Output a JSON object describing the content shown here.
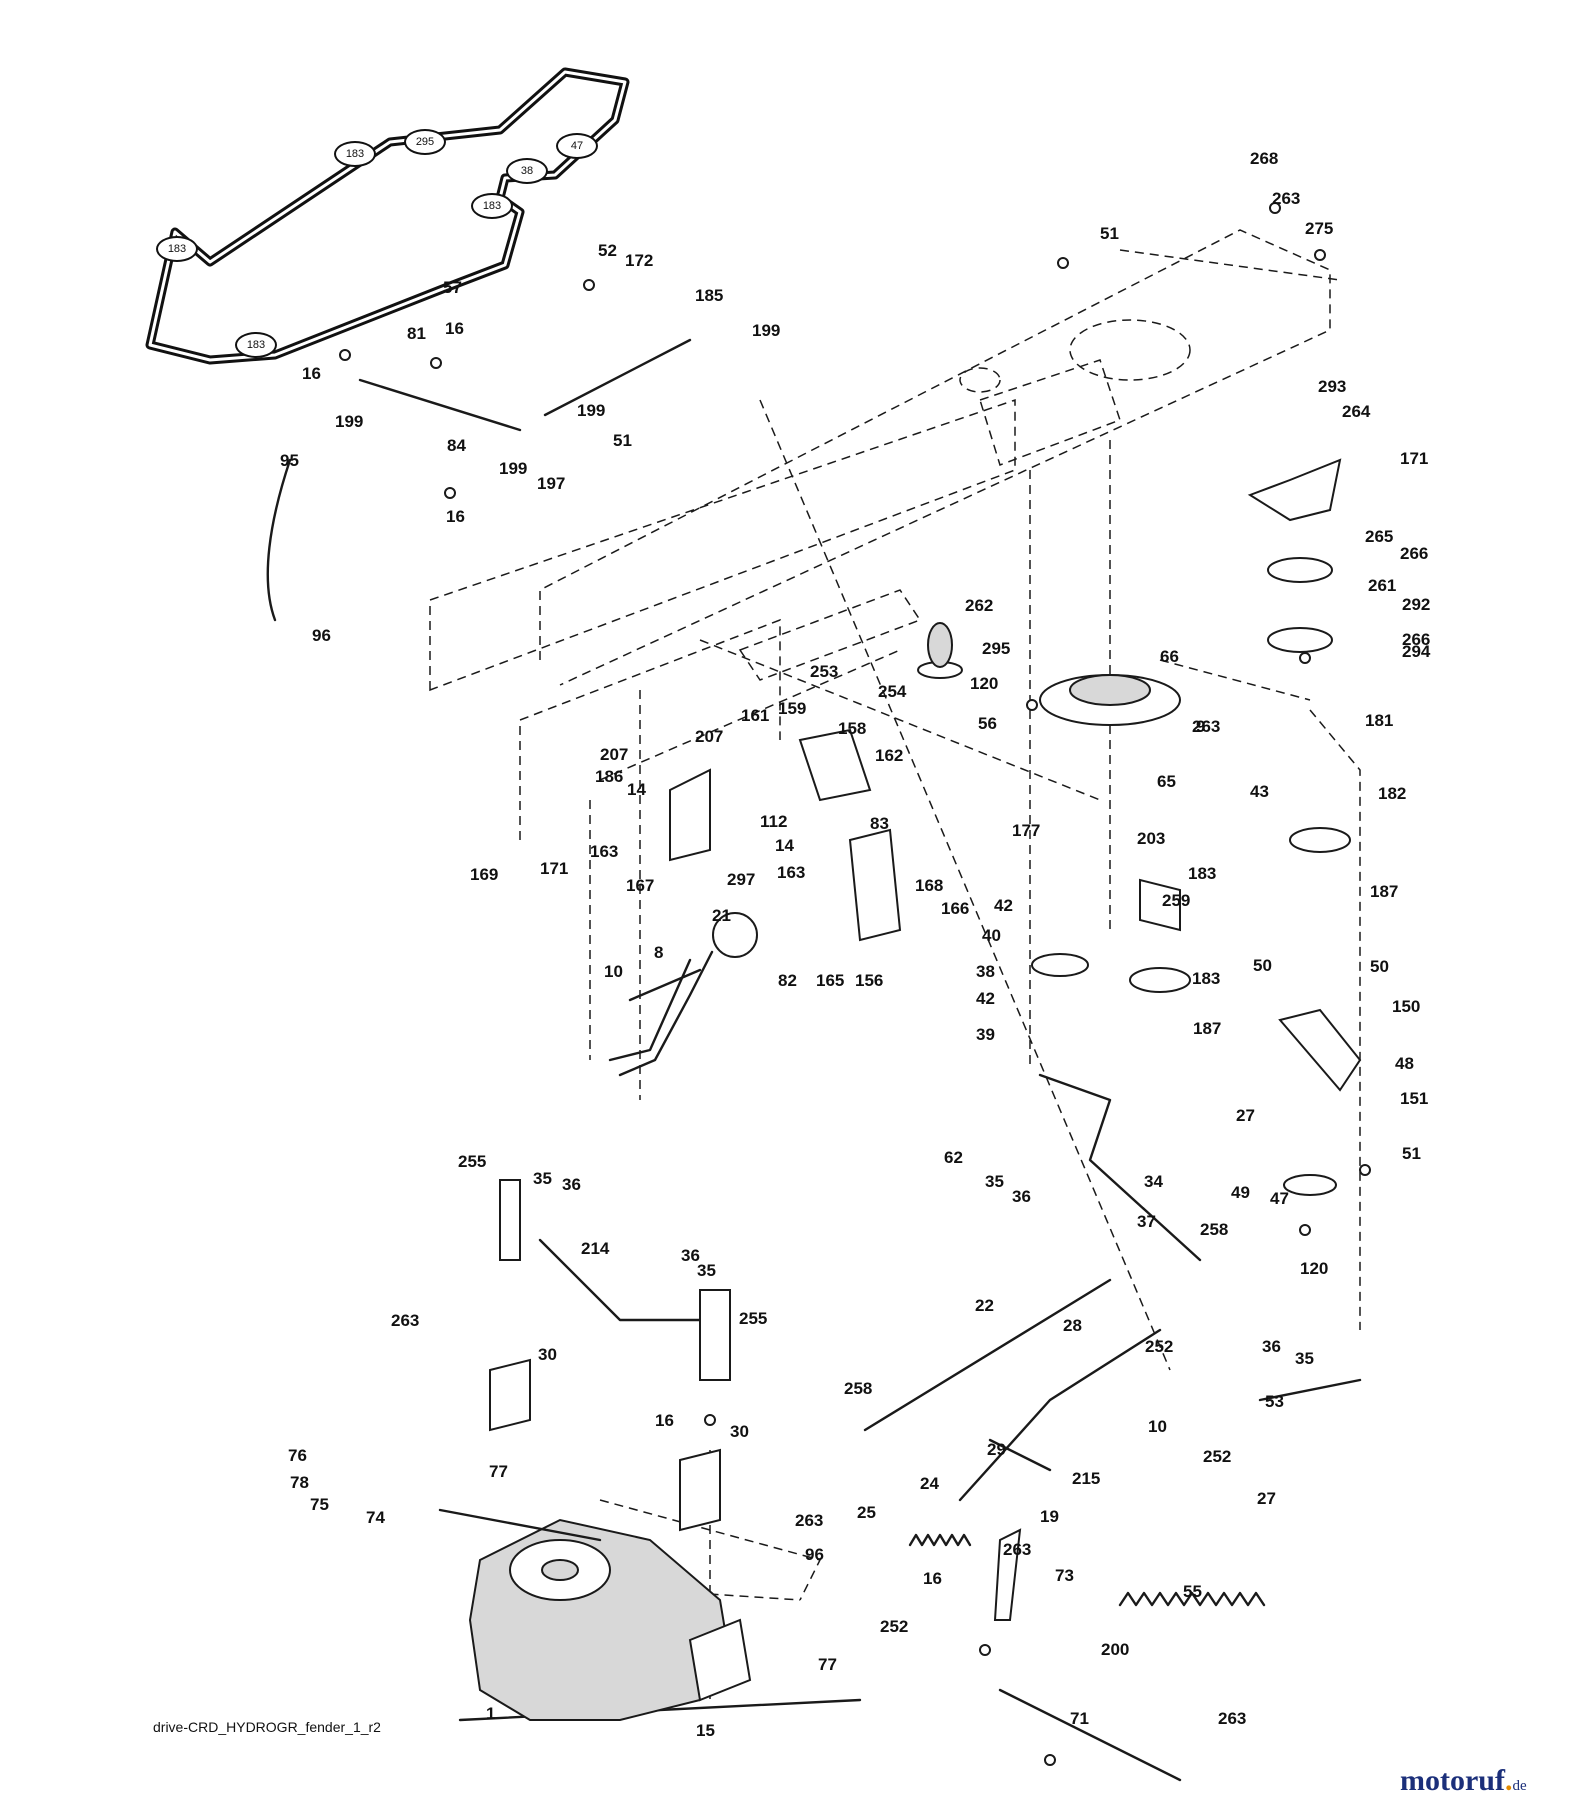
{
  "diagram": {
    "filename": "drive-CRD_HYDROGR_fender_1_r2",
    "watermark": {
      "name": "motoruf",
      "suffix": "de"
    },
    "belt_pulley_labels": [
      "183",
      "295",
      "47",
      "38",
      "183",
      "183",
      "183"
    ],
    "callouts": [
      "268",
      "263",
      "275",
      "51",
      "52",
      "172",
      "185",
      "199",
      "57",
      "16",
      "81",
      "16",
      "199",
      "51",
      "199",
      "84",
      "95",
      "199",
      "197",
      "16",
      "96",
      "293",
      "264",
      "171",
      "265",
      "266",
      "261",
      "292",
      "266",
      "294",
      "262",
      "295",
      "120",
      "56",
      "66",
      "9",
      "253",
      "254",
      "263",
      "181",
      "65",
      "43",
      "182",
      "161",
      "159",
      "158",
      "207",
      "162",
      "207",
      "186",
      "14",
      "112",
      "14",
      "83",
      "163",
      "163",
      "169",
      "171",
      "167",
      "297",
      "177",
      "203",
      "183",
      "187",
      "42",
      "40",
      "259",
      "168",
      "166",
      "21",
      "82",
      "165",
      "156",
      "38",
      "42",
      "39",
      "183",
      "187",
      "50",
      "50",
      "150",
      "8",
      "10",
      "48",
      "27",
      "151",
      "51",
      "62",
      "35",
      "36",
      "34",
      "49",
      "47",
      "255",
      "35",
      "36",
      "37",
      "258",
      "120",
      "214",
      "36",
      "35",
      "255",
      "22",
      "36",
      "35",
      "28",
      "252",
      "263",
      "30",
      "10",
      "29",
      "53",
      "252",
      "258",
      "27",
      "16",
      "30",
      "24",
      "215",
      "19",
      "76",
      "77",
      "78",
      "75",
      "74",
      "263",
      "25",
      "263",
      "73",
      "96",
      "55",
      "252",
      "16",
      "200",
      "77",
      "1",
      "15",
      "71",
      "263"
    ]
  }
}
